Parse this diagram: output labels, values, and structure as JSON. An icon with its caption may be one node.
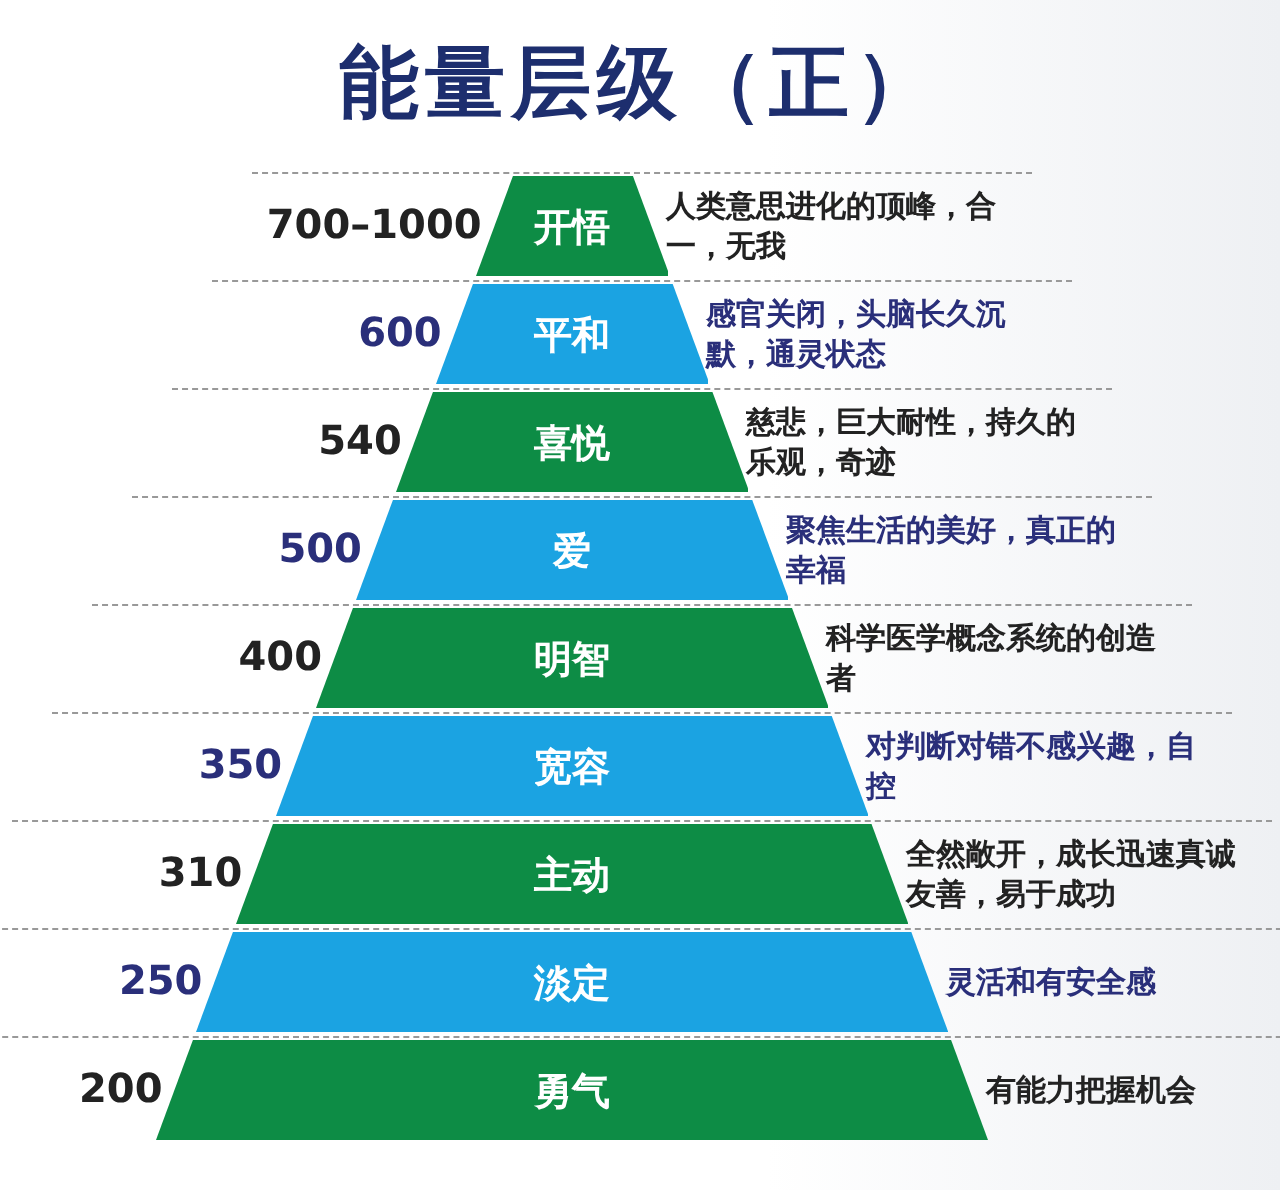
{
  "diagram": {
    "title": "能量层级（正）",
    "nodes": [
      {
        "text": [
          "开悟"
        ],
        "beside": [
          "700–1000",
          "人类意思进化的顶峰，合一，无我"
        ]
      },
      {
        "text": [
          "平和"
        ],
        "beside": [
          "600",
          "感官关闭，头脑长久沉默，通灵状态"
        ]
      },
      {
        "text": [
          "喜悦"
        ],
        "beside": [
          "540",
          "慈悲，巨大耐性，持久的乐观，奇迹"
        ]
      },
      {
        "text": [
          "爱"
        ],
        "beside": [
          "500",
          "聚焦生活的美好，真正的幸福"
        ]
      },
      {
        "text": [
          "明智"
        ],
        "beside": [
          "400",
          "科学医学概念系统的创造者"
        ]
      },
      {
        "text": [
          "宽容"
        ],
        "beside": [
          "350",
          "对判断对错不感兴趣，自控"
        ]
      },
      {
        "text": [
          "主动"
        ],
        "beside": [
          "310",
          "全然敞开，成长迅速真诚友善，易于成功"
        ]
      },
      {
        "text": [
          "淡定"
        ],
        "beside": [
          "250",
          "灵活和有安全感"
        ]
      },
      {
        "text": [
          "勇气"
        ],
        "beside": [
          "200",
          "有能力把握机会"
        ]
      }
    ]
  }
}
